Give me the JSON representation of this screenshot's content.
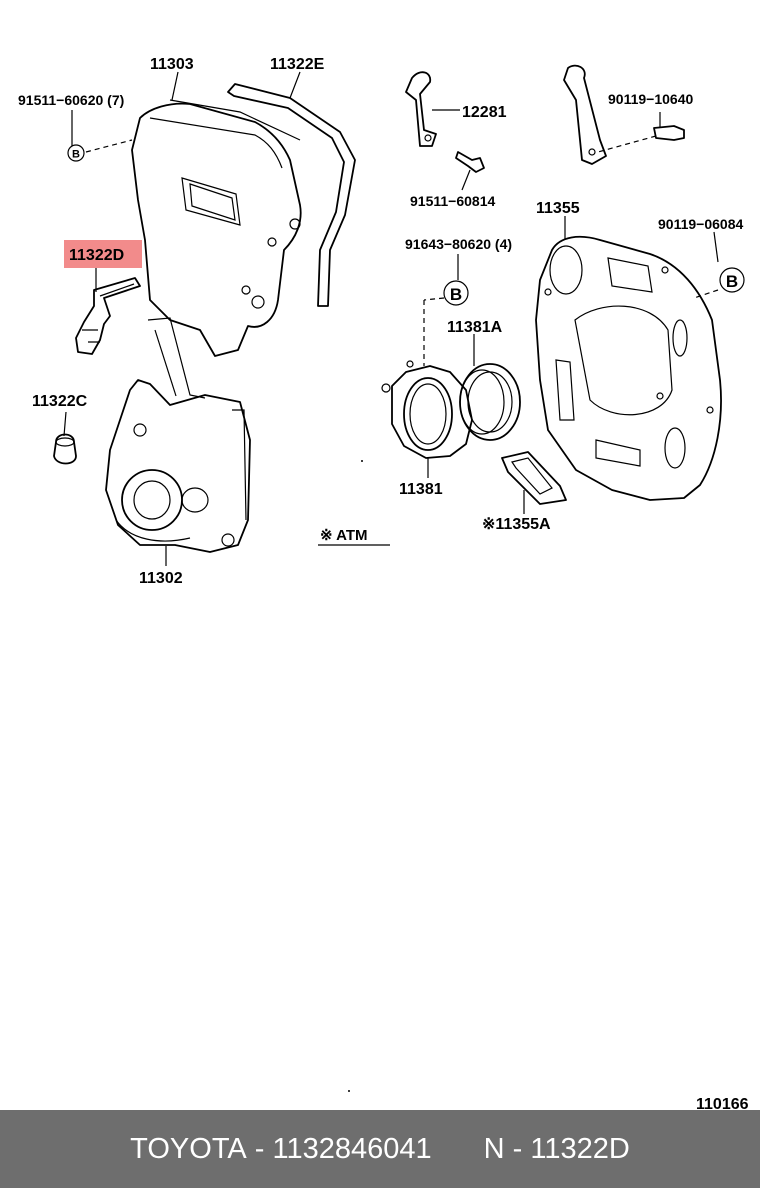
{
  "diagram": {
    "labels": {
      "p11303": "11303",
      "p11322E": "11322E",
      "p91511_60620": "91511−60620 (7)",
      "p12281": "12281",
      "p90119_10640": "90119−10640",
      "p91511_60814": "91511−60814",
      "p11355": "11355",
      "p90119_06084": "90119−06084",
      "p11322D": "11322D",
      "p91643_80620": "91643−80620 (4)",
      "p11381A": "11381A",
      "p11322C": "11322C",
      "p11381": "11381",
      "p11355A": "※11355A",
      "atm_note": "※ ATM",
      "p11302": "11302",
      "ref_b": "B",
      "diagram_code": "110166"
    },
    "highlight_color": "#f28b8b"
  },
  "footer": {
    "brand": "TOYOTA",
    "sep": " - ",
    "part_number": "1132846041",
    "n_label": "N",
    "n_sep": " - ",
    "n_code": "11322D"
  }
}
